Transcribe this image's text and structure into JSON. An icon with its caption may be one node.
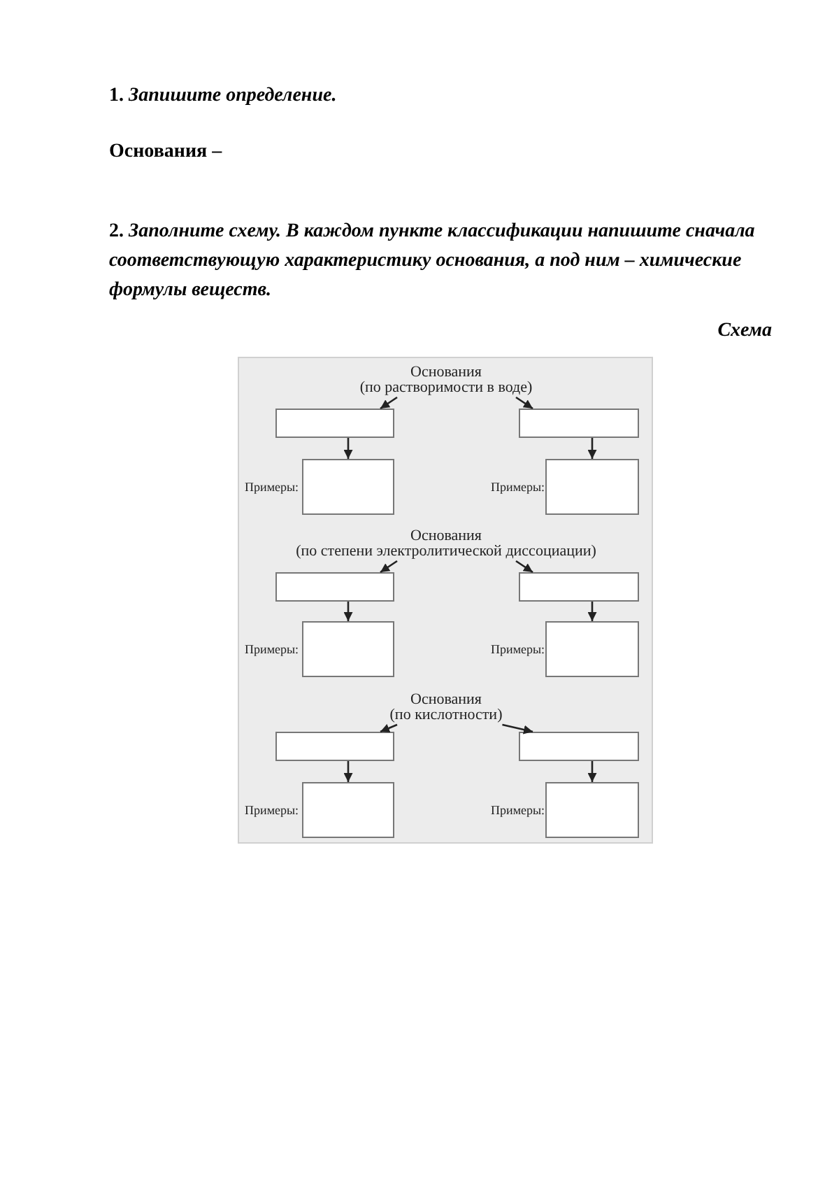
{
  "diagram": {
    "nodes": [
      {
        "text": [],
        "shape": "box"
      },
      {
        "text": [
          "Основания",
          "(по растворимости в воде)"
        ],
        "in": 0
      },
      {
        "text": [],
        "shape": "box",
        "in": 0
      },
      {
        "text": [],
        "shape": "box",
        "in": 0
      },
      {
        "text": [],
        "shape": "box",
        "in": 0,
        "beside": [
          "Примеры:"
        ]
      },
      {
        "text": [],
        "shape": "box",
        "in": 0,
        "beside": [
          "Примеры:"
        ]
      },
      {
        "text": [
          "Основания",
          "(по степени электролитической диссоциации)"
        ],
        "in": 0
      },
      {
        "text": [],
        "shape": "box",
        "in": 0
      },
      {
        "text": [],
        "shape": "box",
        "in": 0
      },
      {
        "text": [],
        "shape": "box",
        "in": 0,
        "beside": [
          "Примеры:"
        ]
      },
      {
        "text": [],
        "shape": "box",
        "in": 0,
        "beside": [
          "Примеры:"
        ]
      },
      {
        "text": [
          "Основания",
          "(по кислотности)"
        ],
        "in": 0
      },
      {
        "text": [],
        "shape": "box",
        "in": 0
      },
      {
        "text": [],
        "shape": "box",
        "in": 0
      },
      {
        "text": [],
        "shape": "box",
        "in": 0,
        "beside": [
          "Примеры:"
        ]
      },
      {
        "text": [],
        "shape": "box",
        "in": 0,
        "beside": [
          "Примеры:"
        ]
      }
    ],
    "edges": [
      {
        "from": 1,
        "to": 2,
        "arrow": "to"
      },
      {
        "from": 1,
        "to": 3,
        "arrow": "to"
      },
      {
        "from": 2,
        "to": 4,
        "arrow": "to"
      },
      {
        "from": 3,
        "to": 5,
        "arrow": "to"
      },
      {
        "from": 6,
        "to": 7,
        "arrow": "to"
      },
      {
        "from": 6,
        "to": 8,
        "arrow": "to"
      },
      {
        "from": 7,
        "to": 9,
        "arrow": "to"
      },
      {
        "from": 8,
        "to": 10,
        "arrow": "to"
      },
      {
        "from": 11,
        "to": 12,
        "arrow": "to"
      },
      {
        "from": 11,
        "to": 13,
        "arrow": "to"
      },
      {
        "from": 12,
        "to": 14,
        "arrow": "to"
      },
      {
        "from": 13,
        "to": 15,
        "arrow": "to"
      }
    ],
    "labels": [
      "1. *Запишите определение.*",
      "Основания –",
      "2. *Заполните схему. В каждом пункте классификации напишите сначала соответствующую характеристику основания, а под ним – химические формулы веществ.*",
      "Схема"
    ]
  }
}
